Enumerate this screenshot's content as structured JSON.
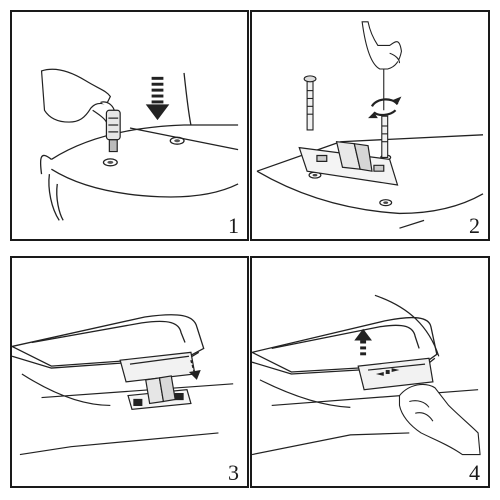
{
  "steps": [
    {
      "number": "1"
    },
    {
      "number": "2"
    },
    {
      "number": "3"
    },
    {
      "number": "4"
    }
  ]
}
